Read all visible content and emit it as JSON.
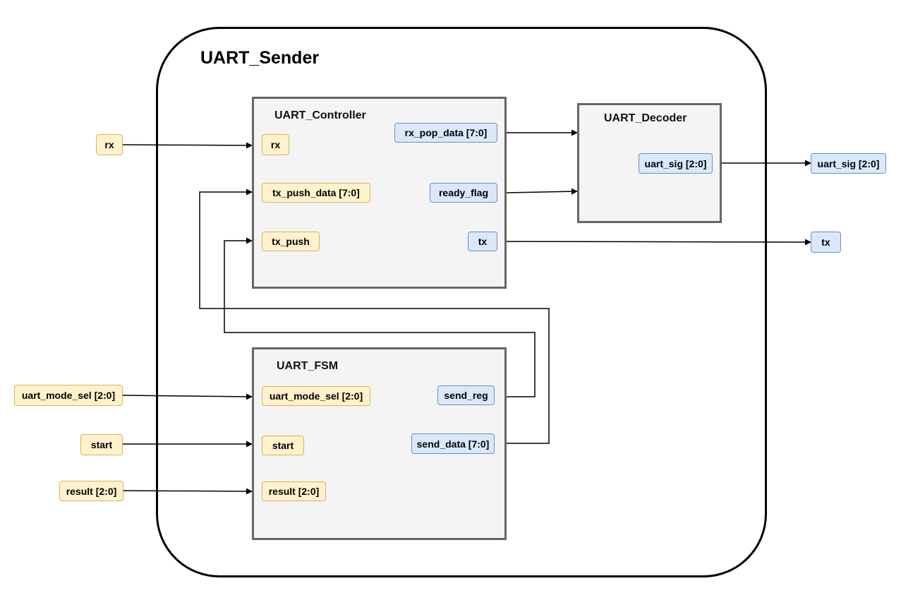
{
  "diagram": {
    "title": "UART_Sender",
    "external_inputs": {
      "rx": "rx",
      "uart_mode_sel": "uart_mode_sel [2:0]",
      "start": "start",
      "result": "result [2:0]"
    },
    "external_outputs": {
      "uart_sig": "uart_sig [2:0]",
      "tx": "tx"
    },
    "controller": {
      "title": "UART_Controller",
      "inputs": {
        "rx": "rx",
        "tx_push_data": "tx_push_data [7:0]",
        "tx_push": "tx_push"
      },
      "outputs": {
        "rx_pop_data": "rx_pop_data [7:0]",
        "ready_flag": "ready_flag",
        "tx": "tx"
      }
    },
    "decoder": {
      "title": "UART_Decoder",
      "outputs": {
        "uart_sig": "uart_sig [2:0]"
      }
    },
    "fsm": {
      "title": "UART_FSM",
      "inputs": {
        "uart_mode_sel": "uart_mode_sel [2:0]",
        "start": "start",
        "result": "result [2:0]"
      },
      "outputs": {
        "send_reg": "send_reg",
        "send_data": "send_data [7:0]"
      }
    },
    "colors": {
      "input_fill": "#fff2cc",
      "input_border": "#d6b656",
      "output_fill": "#dae8fc",
      "output_border": "#6c8ebf",
      "block_fill": "#f4f4f4",
      "block_border": "#666666"
    }
  }
}
